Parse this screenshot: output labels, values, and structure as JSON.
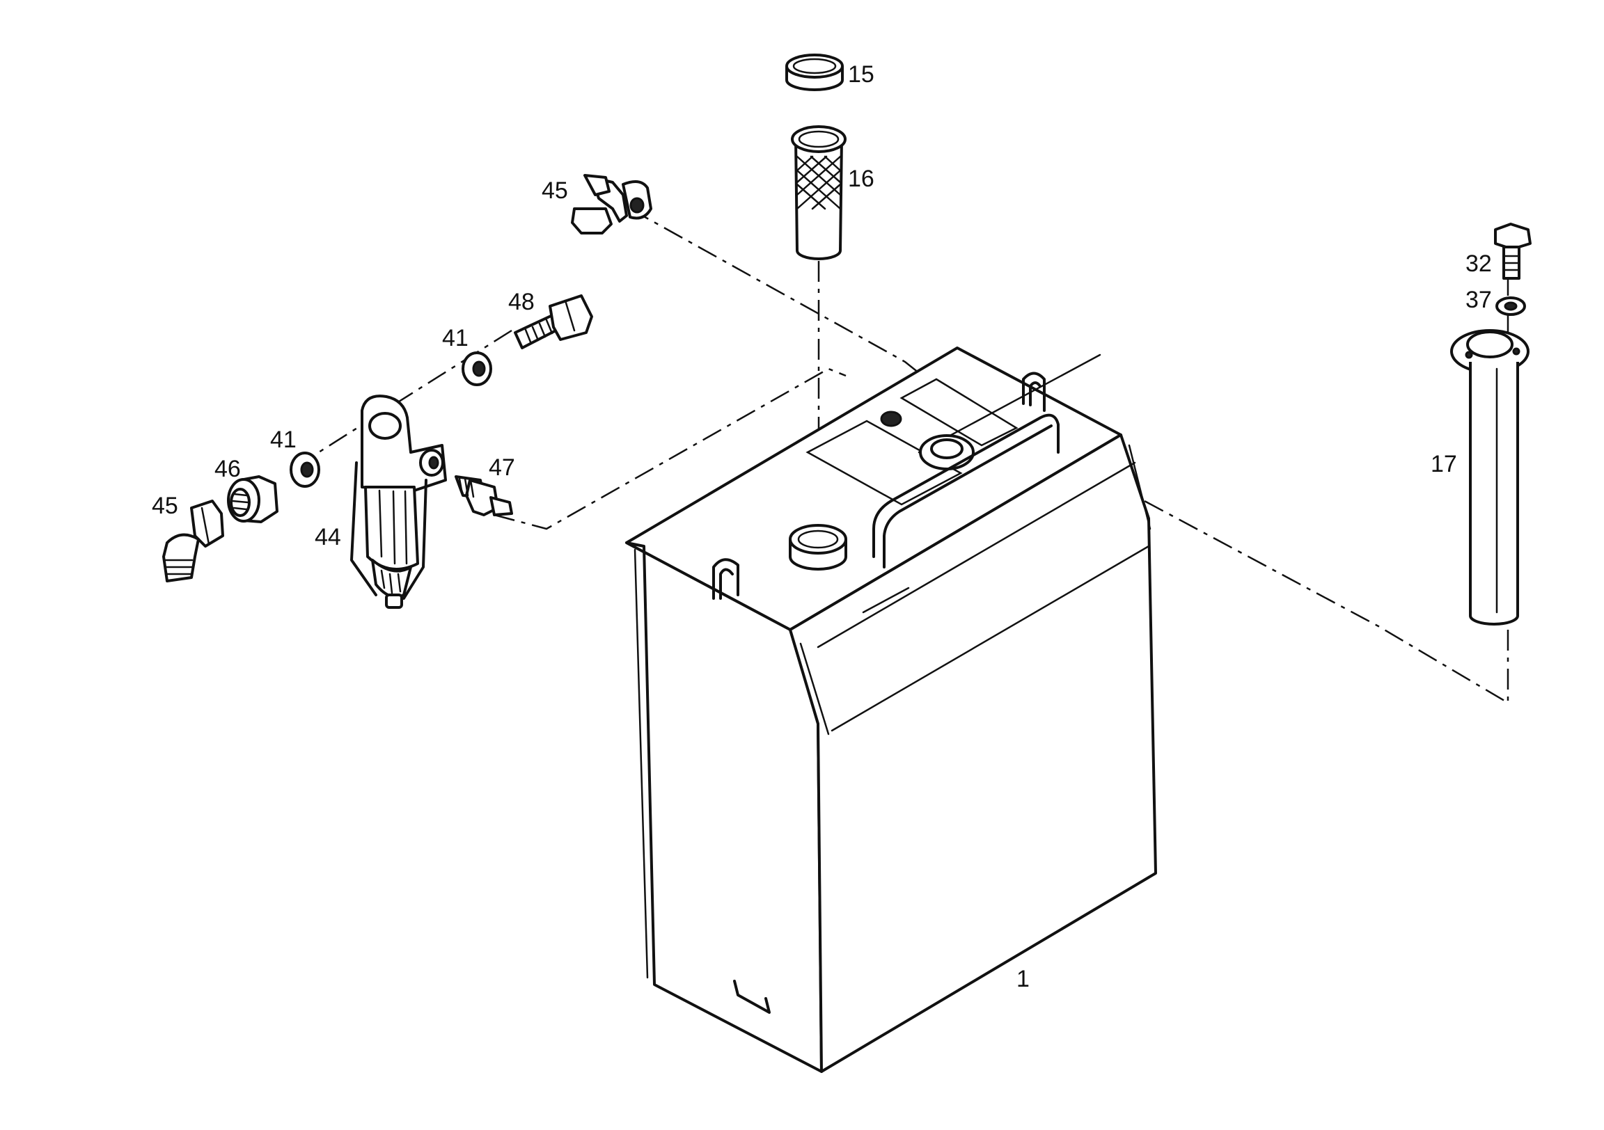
{
  "diagram": {
    "callouts": [
      {
        "id": "tank",
        "label": "1"
      },
      {
        "id": "cap",
        "label": "15"
      },
      {
        "id": "strainer",
        "label": "16"
      },
      {
        "id": "sender",
        "label": "17"
      },
      {
        "id": "bolt-32",
        "label": "32"
      },
      {
        "id": "washer-37",
        "label": "37"
      },
      {
        "id": "seal-41-upper",
        "label": "41"
      },
      {
        "id": "seal-41-lower",
        "label": "41"
      },
      {
        "id": "filter",
        "label": "44"
      },
      {
        "id": "elbow-45-upper",
        "label": "45"
      },
      {
        "id": "elbow-45-lower",
        "label": "45"
      },
      {
        "id": "nut-46",
        "label": "46"
      },
      {
        "id": "union-47",
        "label": "47"
      },
      {
        "id": "banjo-bolt-48",
        "label": "48"
      }
    ]
  }
}
